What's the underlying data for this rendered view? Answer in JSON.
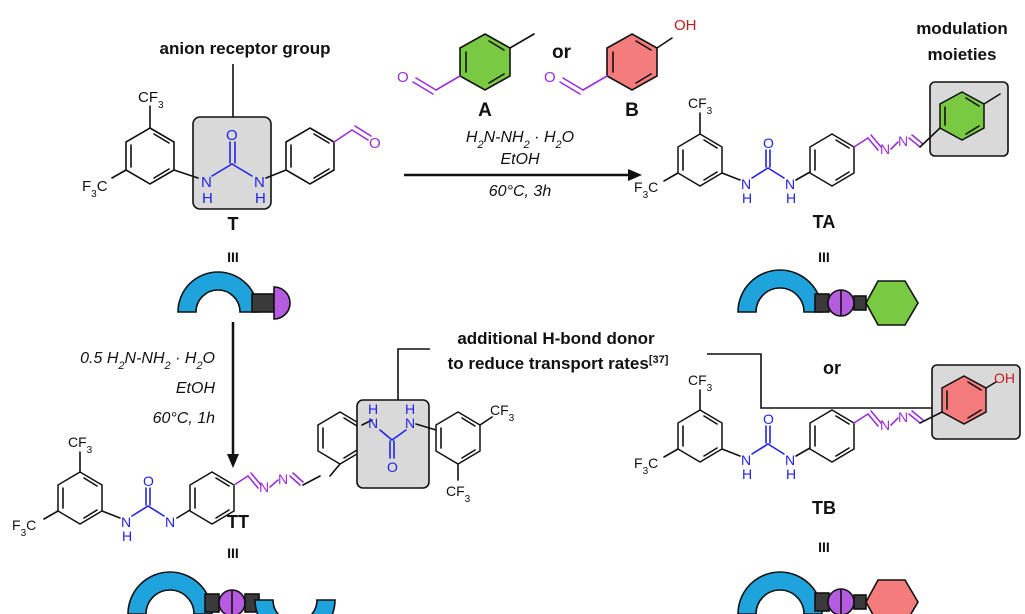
{
  "labels": {
    "anion_receptor": "anion receptor group",
    "modulation": "modulation",
    "moieties": "moieties",
    "or_top": "or",
    "or_right": "or",
    "hbond_line1": "additional H-bond donor",
    "hbond_line2": "to reduce transport rates",
    "hbond_ref": "[37]",
    "equiv": "III"
  },
  "compounds": {
    "A": "A",
    "B": "B",
    "T": "T",
    "TA": "TA",
    "TB": "TB",
    "TT": "TT"
  },
  "atoms": {
    "CF3": "CF",
    "sub3": "3",
    "F3C_F": "F",
    "F3C_C": "C",
    "N": "N",
    "H": "H",
    "O": "O",
    "OH": "OH"
  },
  "conditions_top": {
    "line1_a": "H",
    "line1_sub1": "2",
    "line1_b": "N-NH",
    "line1_sub2": "2",
    "line1_c": " · H",
    "line1_sub3": "2",
    "line1_d": "O",
    "line2": "EtOH",
    "line3": "60°C, 3h"
  },
  "conditions_left": {
    "line1_a": "0.5 H",
    "line1_sub1": "2",
    "line1_b": "N-NH",
    "line1_sub2": "2",
    "line1_c": " · H",
    "line1_sub3": "2",
    "line1_d": "O",
    "line2": "EtOH",
    "line3": "60°C, 1h"
  },
  "colors": {
    "receptor_blue": "#1ea3dc",
    "linker_gray": "#3a3a3a",
    "aldehyde_purple": "#b55ce0",
    "green": "#7ac943",
    "red": "#f47c7c",
    "box_gray": "#d9d9d9",
    "atom_blue": "#2323e6",
    "atom_purple": "#9b30d9"
  }
}
